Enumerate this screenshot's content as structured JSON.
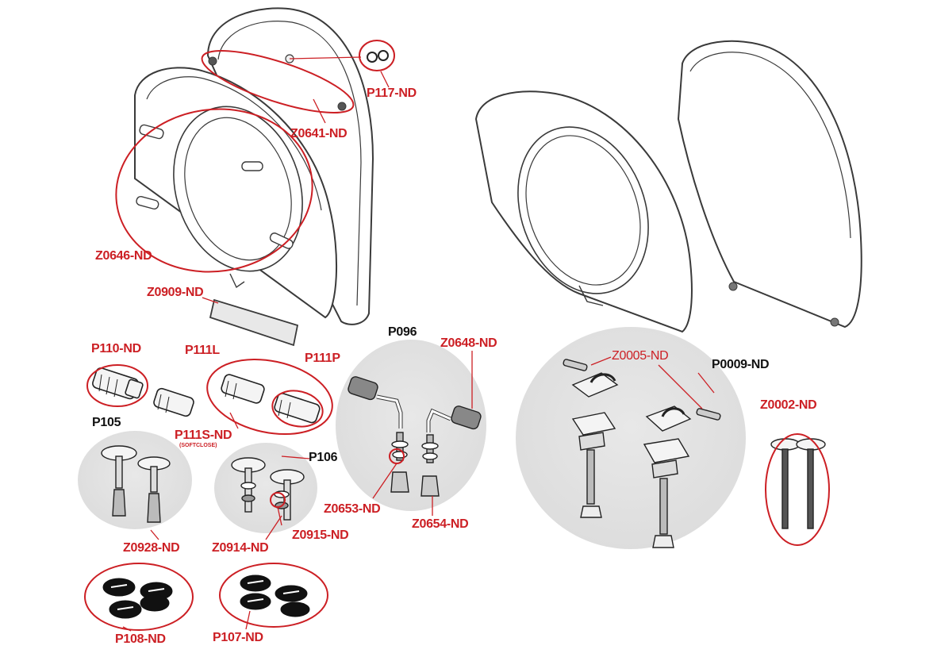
{
  "diagram": {
    "colors": {
      "callout": "#cc1f24",
      "outline": "#3a3a3a",
      "group_fill": "#e3e3e3"
    },
    "labels": {
      "p117": "P117-ND",
      "z0641": "Z0641-ND",
      "z0646": "Z0646-ND",
      "z0909": "Z0909-ND",
      "p110": "P110-ND",
      "p111l": "P111L",
      "p111p": "P111P",
      "p111s": "P111S-ND",
      "p111s_note": "(SOFTCLOSE)",
      "p105": "P105",
      "p106": "P106",
      "p096": "P096",
      "z0648": "Z0648-ND",
      "z0005": "Z0005-ND",
      "p0009": "P0009-ND",
      "z0002": "Z0002-ND",
      "z0653": "Z0653-ND",
      "z0654": "Z0654-ND",
      "z0928": "Z0928-ND",
      "z0914": "Z0914-ND",
      "z0915": "Z0915-ND",
      "p108": "P108-ND",
      "p107": "P107-ND"
    }
  }
}
